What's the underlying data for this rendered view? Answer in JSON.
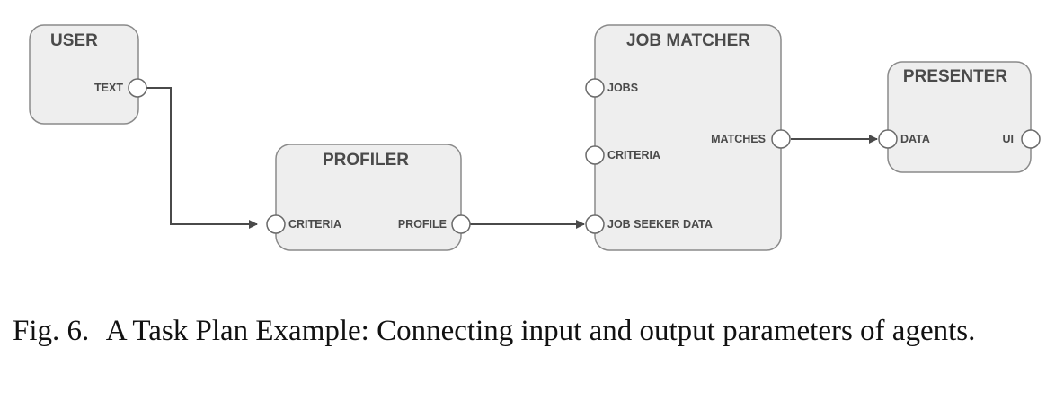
{
  "diagram": {
    "user": {
      "title": "USER",
      "ports": {
        "text": "TEXT"
      }
    },
    "profiler": {
      "title": "PROFILER",
      "ports": {
        "criteria": "CRITERIA",
        "profile": "PROFILE"
      }
    },
    "job_matcher": {
      "title": "JOB MATCHER",
      "ports": {
        "jobs": "JOBS",
        "criteria": "CRITERIA",
        "job_seeker_data": "JOB SEEKER DATA",
        "matches": "MATCHES"
      }
    },
    "presenter": {
      "title": "PRESENTER",
      "ports": {
        "data": "DATA",
        "ui": "UI"
      }
    },
    "colors": {
      "box_fill": "#eeeeee",
      "box_stroke": "#8a8a8a",
      "connector": "#4a4a4a",
      "text": "#4a4a4a"
    }
  },
  "caption": {
    "number": "Fig. 6.",
    "text": "A Task Plan Example: Connecting input and output parameters of agents."
  }
}
